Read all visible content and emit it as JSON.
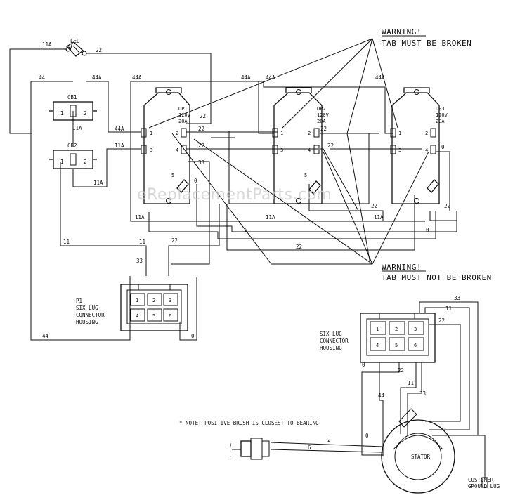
{
  "watermark": "eReplacementParts.com",
  "warnings": {
    "top_line1": "WARNING!",
    "top_line2": "TAB MUST BE BROKEN",
    "bottom_line1": "WARNING!",
    "bottom_line2": "TAB MUST NOT BE BROKEN"
  },
  "led": "LED",
  "breakers": {
    "cb1": "CB1",
    "cb2": "CB2",
    "pin1": "1",
    "pin2": "2"
  },
  "receptacles": [
    {
      "name": "DP1",
      "volts": "120V",
      "amps": "20A"
    },
    {
      "name": "DP2",
      "volts": "120V",
      "amps": "20A"
    },
    {
      "name": "DP3",
      "volts": "120V",
      "amps": "20A"
    }
  ],
  "terminals": {
    "t1": "1",
    "t2": "2",
    "t3": "3",
    "t4": "4",
    "t5": "5"
  },
  "wires": {
    "w11A": "11A",
    "w22": "22",
    "w44": "44",
    "w44A": "44A",
    "w33": "33",
    "w11": "11",
    "w0": "0",
    "w2": "2",
    "w6": "6"
  },
  "p1_housing": {
    "line1": "P1",
    "line2": "SIX LUG",
    "line3": "CONNECTOR",
    "line4": "HOUSING"
  },
  "six_lug_housing": {
    "line1": "SIX LUG",
    "line2": "CONNECTOR",
    "line3": "HOUSING"
  },
  "lugs": [
    "1",
    "2",
    "3",
    "4",
    "5",
    "6"
  ],
  "note": "* NOTE: POSITIVE BRUSH IS CLOSEST TO BEARING",
  "stator": "STATOR",
  "ground_lug": {
    "line1": "CUSTOMER",
    "line2": "GROUND LUG"
  },
  "brush_marks": {
    "plus": "+",
    "minus": "-"
  }
}
